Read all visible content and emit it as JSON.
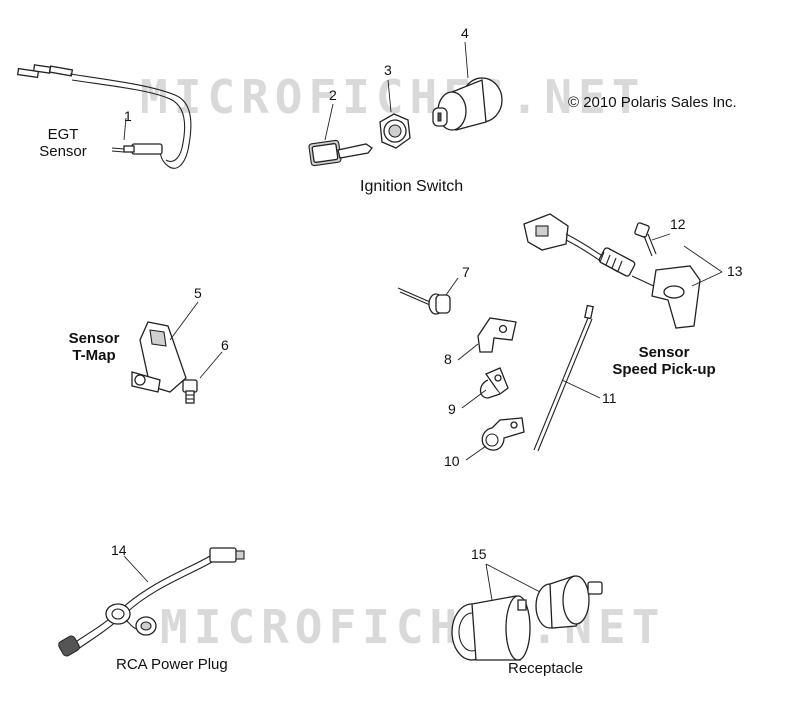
{
  "watermark": "MICROFICHES.NET",
  "copyright": "© 2010 Polaris Sales Inc.",
  "part_numbers": {
    "p1": "1",
    "p2": "2",
    "p3": "3",
    "p4": "4",
    "p5": "5",
    "p6": "6",
    "p7": "7",
    "p8": "8",
    "p9": "9",
    "p10": "10",
    "p11": "11",
    "p12": "12",
    "p13": "13",
    "p14": "14",
    "p15": "15"
  },
  "groups": {
    "egt_line1": "EGT",
    "egt_line2": "Sensor",
    "ignition_switch": "Ignition Switch",
    "tmap_line1": "Sensor",
    "tmap_line2": "T-Map",
    "speed_line1": "Sensor",
    "speed_line2": "Speed Pick-up",
    "rca_power_plug": "RCA Power Plug",
    "receptacle": "Receptacle"
  }
}
